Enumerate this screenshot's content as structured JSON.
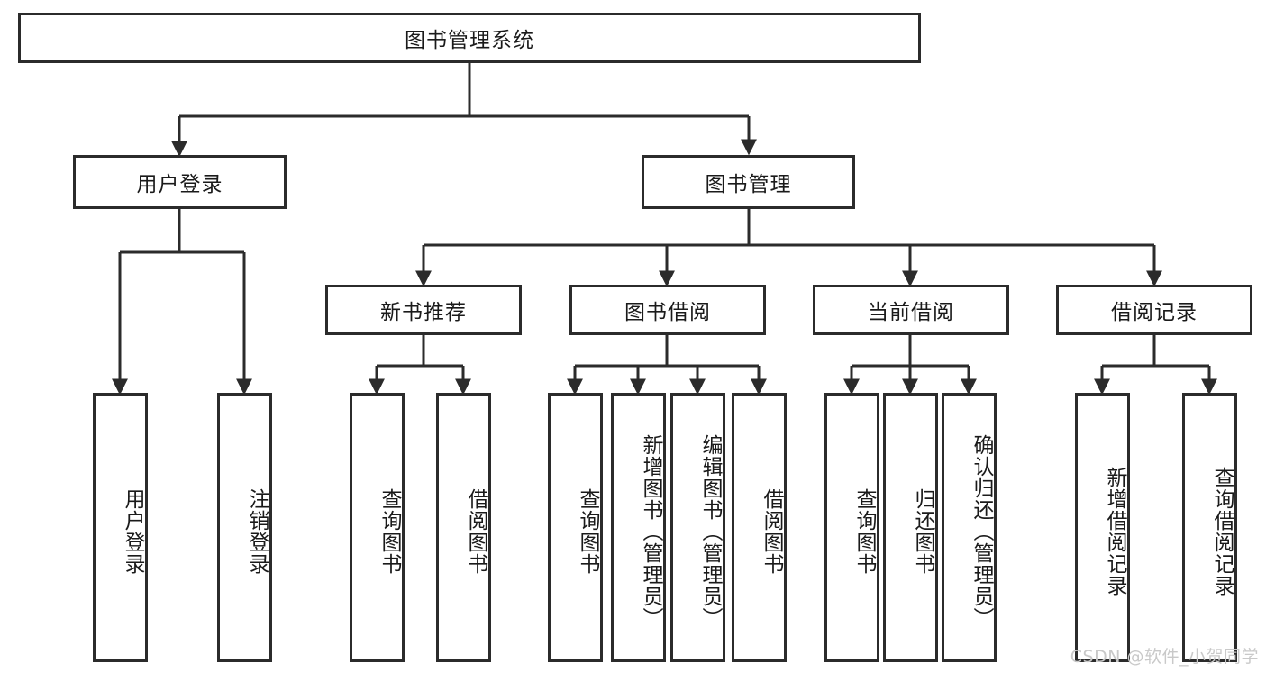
{
  "diagram": {
    "title_node": {
      "label": "图书管理系统"
    },
    "level2": [
      {
        "label": "用户登录"
      },
      {
        "label": "图书管理"
      }
    ],
    "level3": [
      {
        "label": "新书推荐"
      },
      {
        "label": "图书借阅"
      },
      {
        "label": "当前借阅"
      },
      {
        "label": "借阅记录"
      }
    ],
    "leaves_user_login": [
      {
        "label": "用户登录"
      },
      {
        "label": "注销登录"
      }
    ],
    "leaves_new_book": [
      {
        "label": "查询图书"
      },
      {
        "label": "借阅图书"
      }
    ],
    "leaves_borrow": [
      {
        "label": "查询图书"
      },
      {
        "label": "新增图书（管理员）"
      },
      {
        "label": "编辑图书（管理员）"
      },
      {
        "label": "借阅图书"
      }
    ],
    "leaves_current": [
      {
        "label": "查询图书"
      },
      {
        "label": "归还图书"
      },
      {
        "label": "确认归还（管理员）"
      }
    ],
    "leaves_record": [
      {
        "label": "新增借阅记录"
      },
      {
        "label": "查询借阅记录"
      }
    ],
    "watermark": {
      "text": "CSDN @软件_小贺同学"
    },
    "colors": {
      "stroke": "#2b2b2b",
      "fill": "#ffffff",
      "text": "#1a1a1a",
      "watermark": "#c9c9c9"
    }
  }
}
